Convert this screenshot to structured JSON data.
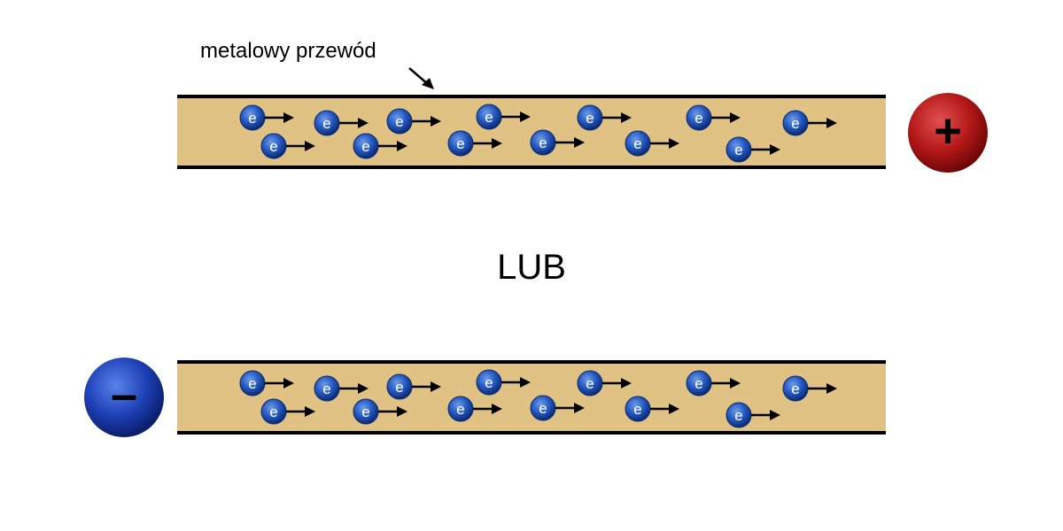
{
  "wire_label": "metalowy przewód",
  "separator_text": "LUB",
  "electron_symbol": "e",
  "positive_symbol": "+",
  "negative_symbol": "–",
  "colors": {
    "wire_fill": "#e0c285",
    "wire_edge": "#000000",
    "electron": "#1e4fae",
    "positive_terminal": "#b31717",
    "negative_terminal": "#1d3fb5",
    "arrow": "#000000"
  }
}
